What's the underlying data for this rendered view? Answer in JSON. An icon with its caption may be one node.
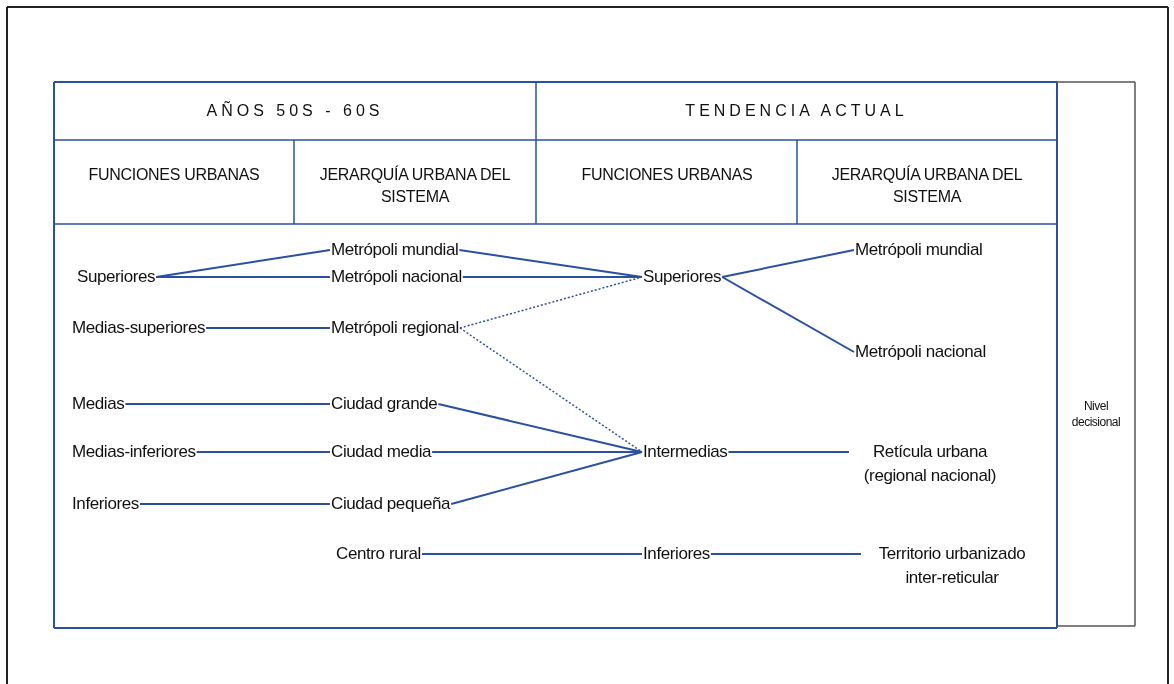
{
  "diagram": {
    "nodes": [
      {
        "text": [
          "Superiores"
        ]
      },
      {
        "text": [
          "Medias-superiores"
        ]
      },
      {
        "text": [
          "Medias"
        ]
      },
      {
        "text": [
          "Medias-inferiores"
        ]
      },
      {
        "text": [
          "Inferiores"
        ]
      },
      {
        "text": [
          "Metrópoli mundial"
        ]
      },
      {
        "text": [
          "Metrópoli nacional"
        ]
      },
      {
        "text": [
          "Metrópoli regional"
        ]
      },
      {
        "text": [
          "Ciudad grande"
        ]
      },
      {
        "text": [
          "Ciudad media"
        ]
      },
      {
        "text": [
          "Ciudad pequeña"
        ]
      },
      {
        "text": [
          "Centro rural"
        ]
      },
      {
        "text": [
          "Superiores"
        ]
      },
      {
        "text": [
          "Intermedias"
        ]
      },
      {
        "text": [
          "Inferiores"
        ]
      },
      {
        "text": [
          "Metrópoli mundial"
        ]
      },
      {
        "text": [
          "Metrópoli nacional"
        ]
      },
      {
        "text": [
          "Retícula urbana (regional nacional)"
        ]
      },
      {
        "text": [
          "Territorio urbanizado inter-reticular"
        ]
      }
    ],
    "edges": [
      {
        "from": 0,
        "to": 5,
        "arrow": "none"
      },
      {
        "from": 0,
        "to": 6,
        "arrow": "none"
      },
      {
        "from": 1,
        "to": 7,
        "arrow": "none"
      },
      {
        "from": 2,
        "to": 8,
        "arrow": "none"
      },
      {
        "from": 3,
        "to": 9,
        "arrow": "none"
      },
      {
        "from": 4,
        "to": 10,
        "arrow": "none"
      },
      {
        "from": 5,
        "to": 12,
        "arrow": "none"
      },
      {
        "from": 6,
        "to": 12,
        "arrow": "none"
      },
      {
        "from": 7,
        "to": 12,
        "arrow": "none",
        "style": "dashed"
      },
      {
        "from": 7,
        "to": 13,
        "arrow": "none",
        "style": "dashed"
      },
      {
        "from": 8,
        "to": 13,
        "arrow": "none"
      },
      {
        "from": 9,
        "to": 13,
        "arrow": "none"
      },
      {
        "from": 10,
        "to": 13,
        "arrow": "none"
      },
      {
        "from": 11,
        "to": 14,
        "arrow": "none"
      },
      {
        "from": 12,
        "to": 15,
        "arrow": "none"
      },
      {
        "from": 12,
        "to": 16,
        "arrow": "none"
      },
      {
        "from": 13,
        "to": 17,
        "arrow": "none"
      },
      {
        "from": 14,
        "to": 18,
        "arrow": "none"
      }
    ],
    "labels": [
      "AÑOS 50S - 60S",
      "TENDENCIA ACTUAL",
      "FUNCIONES URBANAS",
      "JERARQUÍA URBANA DEL SISTEMA",
      "FUNCIONES URBANAS",
      "JERARQUÍA URBANA DEL SISTEMA",
      "Nivel decisional"
    ]
  }
}
